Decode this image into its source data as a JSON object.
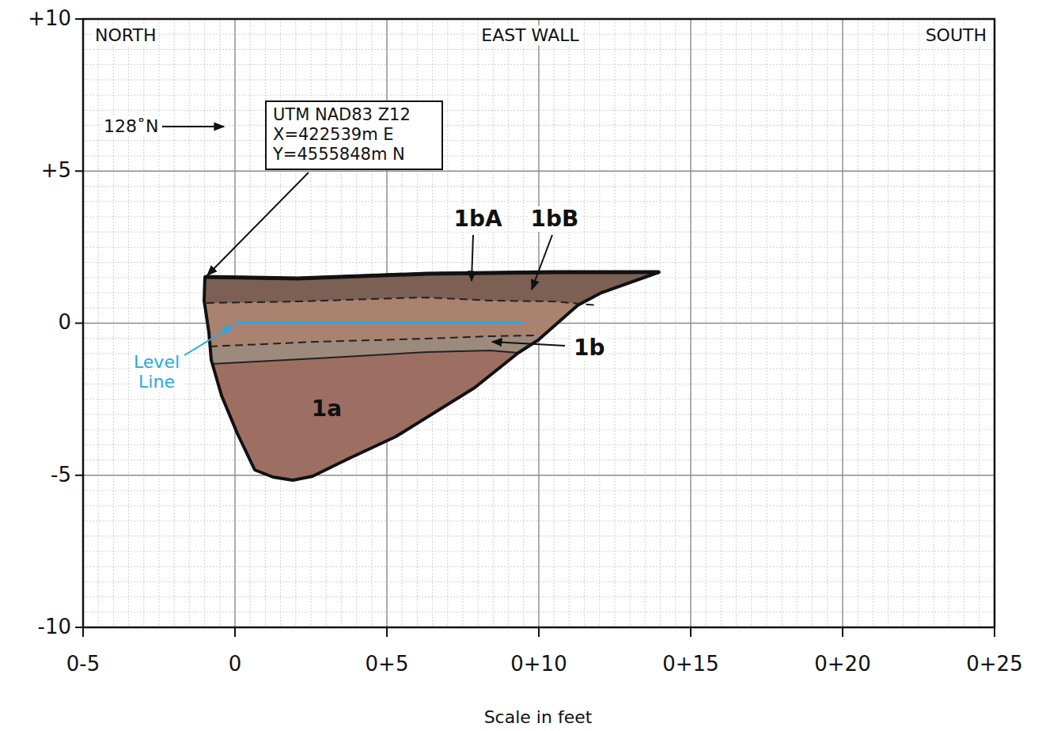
{
  "diagram": {
    "nodes": [
      {
        "text": [
          "UTM NAD83 Z12 X=422539m E Y=4555848m N"
        ]
      }
    ],
    "labels": [
      "NORTH",
      "EAST WALL",
      "SOUTH",
      "+10",
      "+5",
      "0",
      "-5",
      "-10",
      "0-5",
      "0",
      "0+5",
      "0+10",
      "0+15",
      "0+20",
      "0+25",
      "Scale in feet",
      "128˚N",
      "1bA",
      "1bB",
      "1b",
      "1a",
      "Level Line"
    ]
  }
}
